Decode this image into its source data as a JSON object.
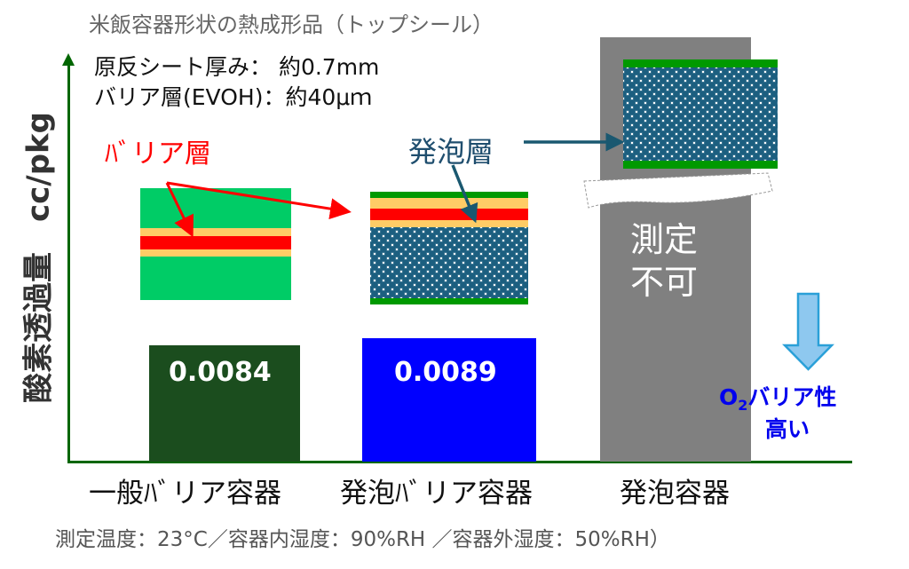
{
  "title": "米飯容器形状の熱成形品（トップシール）",
  "specs": [
    "原反シート厚み： 約0.7mm",
    "バリア層(EVOH)：約40μｍ"
  ],
  "annotations": {
    "barrier_layer": "ﾊﾞリア層",
    "foam_layer": "発泡層",
    "not_measurable": [
      "測定",
      "不可"
    ],
    "o2_barrier": {
      "o": "O",
      "sub": "2",
      "rest": "バリア性",
      "line2": "高い"
    }
  },
  "footer": "測定温度：23°C／容器内湿度：90%RH ／容器外湿度：50%RH）",
  "colors": {
    "axis": "#006600",
    "bar1": "#1b4d1e",
    "bar2": "#0000ff",
    "bar3": "#808080",
    "barrier": "#ff0000",
    "foam": "#1c5f80"
  },
  "chart_data": {
    "type": "bar",
    "ylabel": "酸素透過量　cc/pkg",
    "categories": [
      "一般ﾊﾞリア容器",
      "発泡ﾊﾞリア容器",
      "発泡容器"
    ],
    "values": [
      0.0084,
      0.0089,
      null
    ],
    "value_labels": [
      "0.0084",
      "0.0089",
      ""
    ]
  }
}
